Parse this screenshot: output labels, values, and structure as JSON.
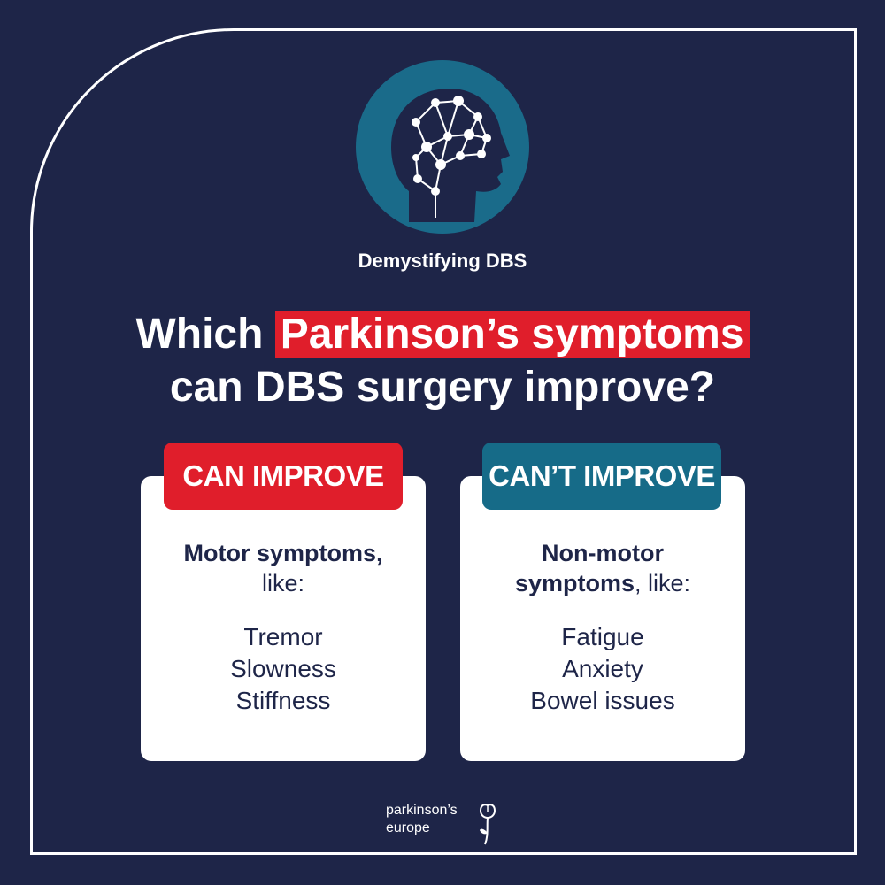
{
  "series_title": "Demystifying DBS",
  "headline": {
    "line1_prefix": "Which ",
    "line1_highlight": "Parkinson’s symptoms",
    "line2": "can DBS surgery improve?"
  },
  "can_improve": {
    "tag": "CAN IMPROVE",
    "intro_bold": "Motor symptoms,",
    "intro_rest": "like:",
    "items": [
      "Tremor",
      "Slowness",
      "Stiffness"
    ]
  },
  "cant_improve": {
    "tag": "CAN’T IMPROVE",
    "intro_bold_1": "Non-motor",
    "intro_bold_2": "symptoms",
    "intro_rest": ", like:",
    "items": [
      "Fatigue",
      "Anxiety",
      "Bowel issues"
    ]
  },
  "footer": {
    "line1": "parkinson’s",
    "line2": "europe",
    "icon": "tulip-icon"
  },
  "colors": {
    "background": "#1e2548",
    "red": "#e01e2b",
    "teal": "#166b88",
    "logo_circle": "#1a6b8a"
  },
  "logo_icon": "brain-network-head-icon"
}
